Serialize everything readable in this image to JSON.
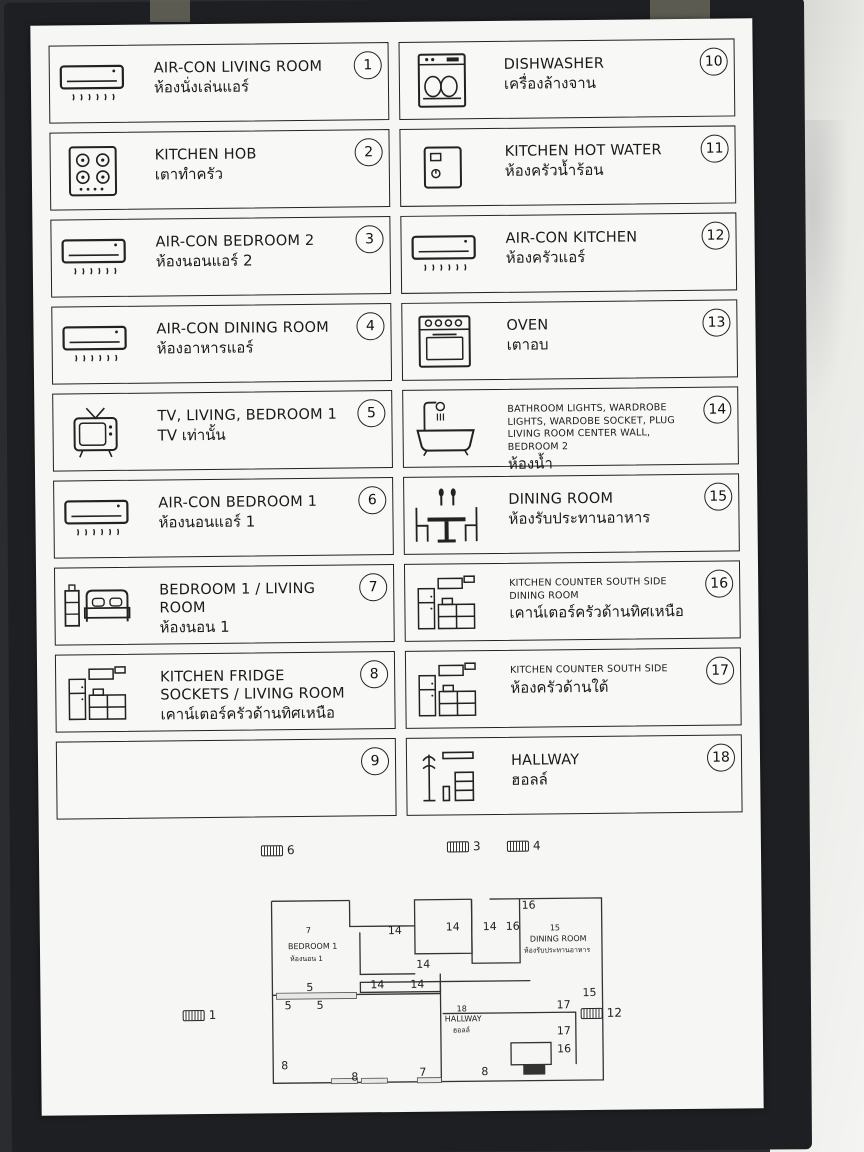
{
  "cells": [
    {
      "num": "1",
      "en": "AIR-CON LIVING ROOM",
      "th": "ห้องนั่งเล่นแอร์",
      "icon": "air-conditioner-icon"
    },
    {
      "num": "10",
      "en": "DISHWASHER",
      "th": "เครื่องล้างจาน",
      "icon": "dishwasher-icon"
    },
    {
      "num": "2",
      "en": "KITCHEN HOB",
      "th": "เตาทำครัว",
      "icon": "cooktop-icon"
    },
    {
      "num": "11",
      "en": "KITCHEN HOT WATER",
      "th": "ห้องครัวน้ำร้อน",
      "icon": "water-heater-icon"
    },
    {
      "num": "3",
      "en": "AIR-CON BEDROOM 2",
      "th": "ห้องนอนแอร์ 2",
      "icon": "air-conditioner-icon"
    },
    {
      "num": "12",
      "en": "AIR-CON KITCHEN",
      "th": "ห้องครัวแอร์",
      "icon": "air-conditioner-icon"
    },
    {
      "num": "4",
      "en": "AIR-CON DINING ROOM",
      "th": "ห้องอาหารแอร์",
      "icon": "air-conditioner-icon"
    },
    {
      "num": "13",
      "en": "OVEN",
      "th": "เตาอบ",
      "icon": "oven-icon"
    },
    {
      "num": "5",
      "en": "TV, LIVING, BEDROOM 1",
      "th": "TV เท่านั้น",
      "icon": "tv-icon"
    },
    {
      "num": "14",
      "en": "BATHROOM LIGHTS, WARDROBE LIGHTS, WARDOBE SOCKET, PLUG LIVING ROOM CENTER WALL, BEDROOM 2",
      "th": "ห้องน้ำ",
      "icon": "bathtub-icon",
      "small": true
    },
    {
      "num": "6",
      "en": "AIR-CON BEDROOM 1",
      "th": "ห้องนอนแอร์ 1",
      "icon": "air-conditioner-icon"
    },
    {
      "num": "15",
      "en": "DINING ROOM",
      "th": "ห้องรับประทานอาหาร",
      "icon": "dining-table-icon"
    },
    {
      "num": "7",
      "en": "BEDROOM 1 / LIVING ROOM",
      "th": "ห้องนอน 1",
      "icon": "bed-icon"
    },
    {
      "num": "16",
      "en": "KITCHEN COUNTER SOUTH SIDE DINING ROOM",
      "th": "เคาน์เตอร์ครัวด้านทิศเหนือ",
      "icon": "kitchen-counter-icon",
      "small": true
    },
    {
      "num": "8",
      "en": "KITCHEN FRIDGE SOCKETS / LIVING ROOM",
      "th": "เคาน์เตอร์ครัวด้านทิศเหนือ",
      "icon": "kitchen-counter-icon"
    },
    {
      "num": "17",
      "en": "KITCHEN COUNTER SOUTH SIDE",
      "th": "ห้องครัวด้านใต้",
      "icon": "kitchen-counter-icon",
      "small": true
    },
    {
      "num": "9",
      "en": "",
      "th": "",
      "icon": ""
    },
    {
      "num": "18",
      "en": "HALLWAY",
      "th": "ฮอลล์",
      "icon": "coat-rack-icon"
    }
  ],
  "floorplan": {
    "bedroom_label": "BEDROOM 1",
    "bedroom_th": "ห้องนอน 1",
    "bedroom_num": "7",
    "dining_label": "DINING ROOM",
    "dining_th": "ห้องรับประทานอาหาร",
    "dining_num": "15",
    "hallway_label": "HALLWAY",
    "hallway_th": "ฮอลล์",
    "hallway_num": "18",
    "ac_units": [
      "6",
      "3",
      "4",
      "1",
      "12"
    ],
    "numbers": [
      "14",
      "14",
      "14",
      "16",
      "16",
      "14",
      "5",
      "14",
      "14",
      "5",
      "5",
      "17",
      "15",
      "17",
      "16",
      "8",
      "8",
      "7",
      "8"
    ]
  }
}
